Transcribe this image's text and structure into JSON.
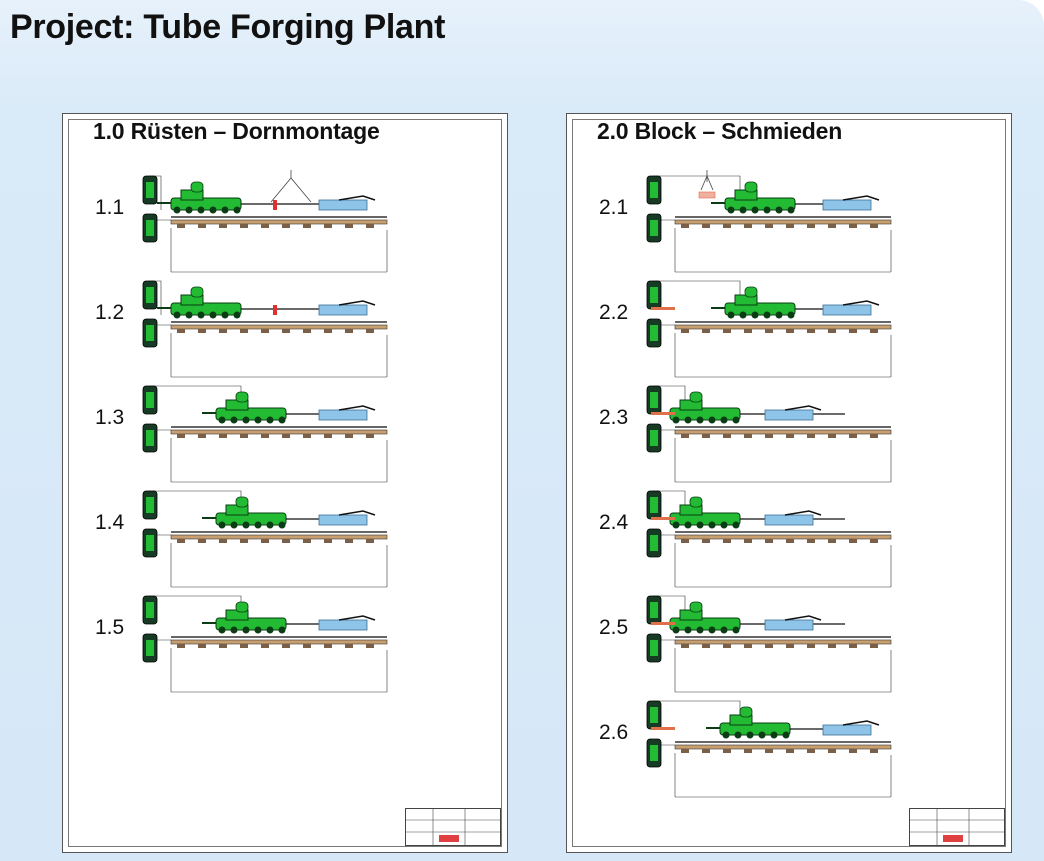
{
  "page": {
    "title": "Project: Tube Forging Plant"
  },
  "panels": [
    {
      "title": "1.0 Rüsten – Dornmontage",
      "steps": [
        {
          "label": "1.1",
          "variant": "crane"
        },
        {
          "label": "1.2",
          "variant": "pole"
        },
        {
          "label": "1.3",
          "variant": "mid"
        },
        {
          "label": "1.4",
          "variant": "mid"
        },
        {
          "label": "1.5",
          "variant": "mid"
        }
      ]
    },
    {
      "title": "2.0 Block – Schmieden",
      "steps": [
        {
          "label": "2.1",
          "variant": "block-crane"
        },
        {
          "label": "2.2",
          "variant": "block"
        },
        {
          "label": "2.3",
          "variant": "block-near"
        },
        {
          "label": "2.4",
          "variant": "block-near"
        },
        {
          "label": "2.5",
          "variant": "block-near"
        },
        {
          "label": "2.6",
          "variant": "block-far"
        }
      ]
    }
  ],
  "colors": {
    "machine_green": "#22bb33",
    "machine_dark": "#0b3d14",
    "rail_tan": "#c8a070",
    "rail_dark": "#333333",
    "carriage_blue": "#8ec4e8",
    "block_orange": "#e0704a",
    "pole_red": "#e03030"
  }
}
